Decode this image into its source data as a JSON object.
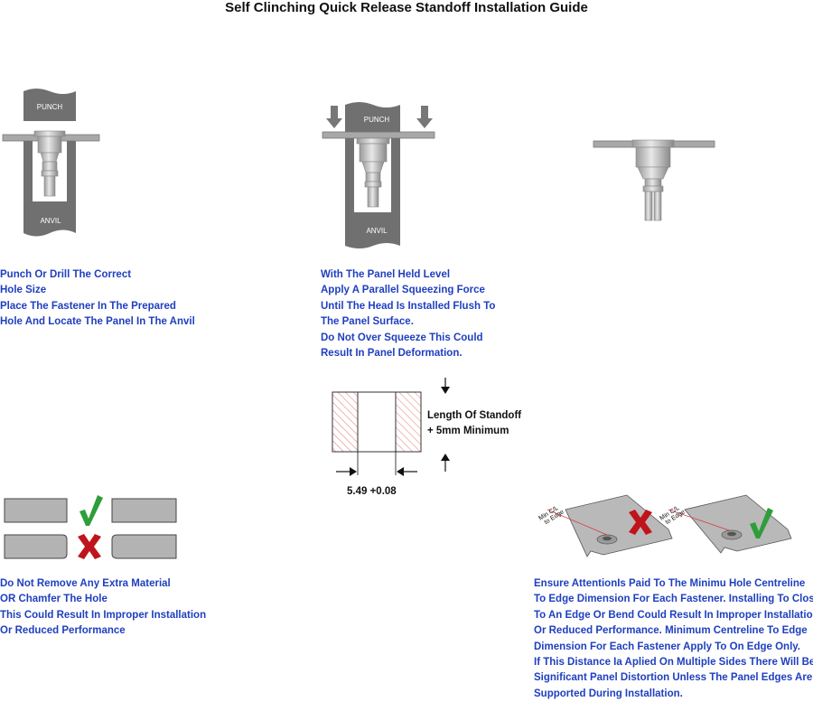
{
  "title": "Self Clinching Quick Release Standoff Installation Guide",
  "step1": {
    "punch_label": "PUNCH",
    "anvil_label": "ANVIL",
    "lines": [
      "Punch Or Drill The Correct",
      "Hole Size",
      "Place The Fastener In The Prepared",
      "Hole And Locate The Panel In The Anvil"
    ]
  },
  "step2": {
    "punch_label": "PUNCH",
    "anvil_label": "ANVIL",
    "lines": [
      "With The Panel Held Level",
      "Apply A Parallel Squeezing Force",
      "Until The Head Is Installed Flush To",
      "The Panel Surface.",
      "Do Not Over Squeeze This Could",
      "Result In Panel Deformation."
    ]
  },
  "hole_diagram": {
    "length_label": [
      "Length Of Standoff",
      "+ 5mm Minimum"
    ],
    "diameter_label": "5.49 +0.08"
  },
  "chamfer_note": {
    "lines": [
      "Do Not Remove Any Extra Material",
      "OR Chamfer The Hole",
      "This Could Result In Improper Installation",
      "Or Reduced Performance"
    ]
  },
  "edge_note": {
    "panel_label_1": "Min C/L",
    "panel_label_2": "to Edge",
    "lines": [
      "Ensure AttentionIs Paid To The Minimu Hole Centreline",
      "To Edge Dimension For Each Fastener. Installing To Close",
      "To An Edge Or Bend Could Result In Improper Installation",
      "Or Reduced Performance. Minimum Centreline To Edge",
      "Dimension For Each Fastener Apply To On Edge Only.",
      "If This Distance Ia Aplied On Multiple Sides There Will Be",
      "Significant Panel Distortion Unless The Panel Edges Are",
      "Supported During Installation."
    ]
  },
  "colors": {
    "text_blue": "#1f3fbf",
    "check_green": "#2e9e3a",
    "cross_red": "#c0141c",
    "tool_gray": "#6b6b6b"
  }
}
